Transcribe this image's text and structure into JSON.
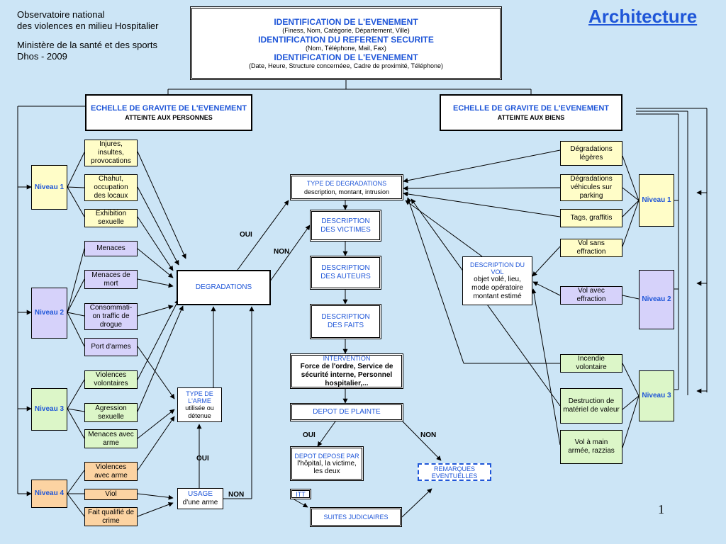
{
  "header": {
    "org_line1": "Observatoire national",
    "org_line2": "des violences en milieu Hospitalier",
    "ministry_line1": "Ministère de la santé et des sports",
    "ministry_line2": "Dhos - 2009",
    "title": "Architecture",
    "page_number": "1"
  },
  "top_box": {
    "line1": "IDENTIFICATION DE L'EVENEMENT",
    "line2": "(Finess, Nom, Catégorie, Département, Ville)",
    "line3": "IDENTIFICATION DU REFERENT SECURITE",
    "line4": "(Nom, Téléphone, Mail, Fax)",
    "line5": "IDENTIFICATION DE L'EVENEMENT",
    "line6": "(Date, Heure, Structure concernéee, Cadre de proximité, Téléphone)"
  },
  "left_scale": {
    "title": "ECHELLE DE GRAVITE DE L'EVENEMENT",
    "subtitle": "ATTEINTE AUX PERSONNES"
  },
  "right_scale": {
    "title": "ECHELLE DE GRAVITE DE L'EVENEMENT",
    "subtitle": "ATTEINTE AUX BIENS"
  },
  "left_levels": {
    "n1": "Niveau 1",
    "n2": "Niveau 2",
    "n3": "Niveau 3",
    "n4": "Niveau 4"
  },
  "left_items": {
    "injures": "Injures, insultes, provocations",
    "chahut": "Chahut, occupation des locaux",
    "exhibition": "Exhibition sexuelle",
    "menaces": "Menaces",
    "menaces_mort": "Menaces de mort",
    "consommation": "Consommati-on traffic de drogue",
    "port_armes": "Port d'armes",
    "violences_vol": "Violences volontaires",
    "agression": "Agression sexuelle",
    "menaces_arme": "Menaces avec arme",
    "violences_arme": "Violences avec arme",
    "viol": "Viol",
    "fait_qualifie": "Fait qualifié de crime"
  },
  "center": {
    "degradations": "DEGRADATIONS",
    "type_arme_title": "TYPE DE L'ARME",
    "type_arme_text": "utilisée ou détenue",
    "usage_title": "USAGE",
    "usage_text": "d'une arme",
    "type_degr_title": "TYPE DE DEGRADATIONS",
    "type_degr_text": "description, montant, intrusion",
    "desc_victimes": "DESCRIPTION DES VICTIMES",
    "desc_auteurs": "DESCRIPTION DES AUTEURS",
    "desc_faits": "DESCRIPTION DES FAITS",
    "intervention_title": "INTERVENTION",
    "intervention_text": "Force de l'ordre, Service de sécurité interne, Personnel hospitalier,...",
    "depot_plainte": "DEPOT DE PLAINTE",
    "depot_par_title": "DEPOT DEPOSE PAR",
    "depot_par_text": "l'hôpital, la victime, les deux",
    "itt": "ITT",
    "suites": "SUITES JUDICIAIRES",
    "remarques": "REMARQUES EVENTUELLES",
    "desc_vol_title": "DESCRIPTION DU VOL",
    "desc_vol_text": "objet volé, lieu, mode opératoire montant estimé"
  },
  "labels": {
    "oui1": "OUI",
    "non1": "NON",
    "oui2": "OUI",
    "non2": "NON",
    "oui3": "OUI",
    "non3": "NON"
  },
  "right_items": {
    "degr_legeres": "Dégradations légères",
    "degr_vehicules": "Dégradations véhicules sur parking",
    "tags": "Tags, graffitis",
    "vol_sans": "Vol sans effraction",
    "vol_avec": "Vol avec effraction",
    "incendie": "Incendie volontaire",
    "destruction": "Destruction de matériel de valeur",
    "vol_main": "Vol à main armée, razzias"
  },
  "right_levels": {
    "n1": "Niveau 1",
    "n2": "Niveau 2",
    "n3": "Niveau 3"
  },
  "colors": {
    "background": "#cce5f6",
    "title_blue": "#1f56d8",
    "yellow": "#fffdc8",
    "purple": "#d6d2fa",
    "green": "#dcf6c8",
    "orange": "#fcd3a2"
  }
}
